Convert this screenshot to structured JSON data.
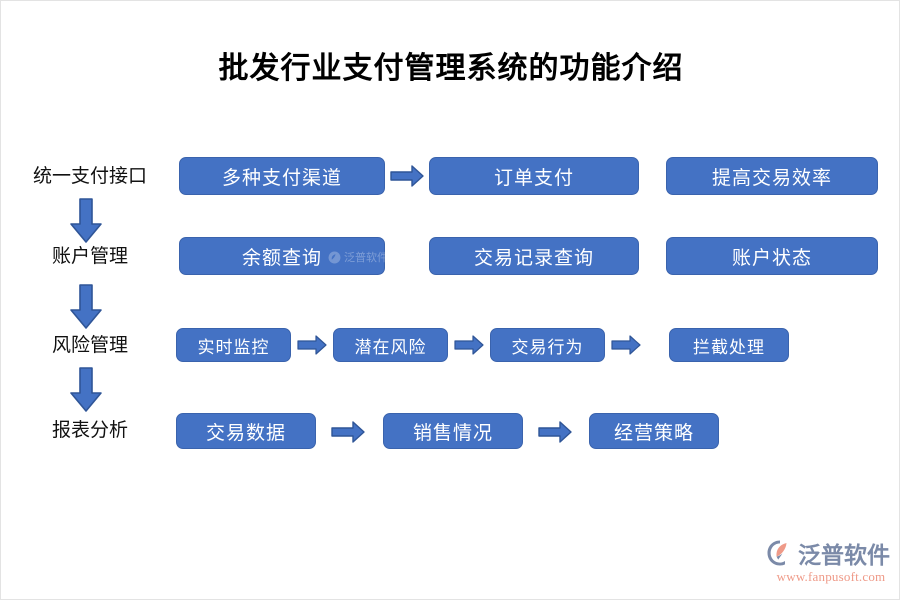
{
  "page": {
    "title": "批发行业支付管理系统的功能介绍",
    "background_color": "#ffffff",
    "box_color": "#4472c4",
    "box_border_color": "#3a63ad",
    "box_text_color": "#ffffff",
    "arrow_color": "#4472c4",
    "label_text_color": "#111111"
  },
  "stages": [
    {
      "label": "统一支付接口",
      "nodes": [
        {
          "text": "多种支付渠道"
        },
        {
          "text": "订单支付"
        },
        {
          "text": "提高交易效率"
        }
      ],
      "arrows": [
        {
          "from": "多种支付渠道",
          "to": "订单支付",
          "icon": "arrow-right-icon"
        }
      ]
    },
    {
      "label": "账户管理",
      "nodes": [
        {
          "text": "余额查询"
        },
        {
          "text": "交易记录查询"
        },
        {
          "text": "账户状态"
        }
      ],
      "arrows": []
    },
    {
      "label": "风险管理",
      "nodes": [
        {
          "text": "实时监控"
        },
        {
          "text": "潜在风险"
        },
        {
          "text": "交易行为"
        },
        {
          "text": "拦截处理"
        }
      ],
      "arrows": [
        {
          "from": "实时监控",
          "to": "潜在风险",
          "icon": "arrow-right-icon"
        },
        {
          "from": "潜在风险",
          "to": "交易行为",
          "icon": "arrow-right-icon"
        },
        {
          "from": "交易行为",
          "to": "拦截处理",
          "icon": "arrow-right-icon"
        }
      ]
    },
    {
      "label": "报表分析",
      "nodes": [
        {
          "text": "交易数据"
        },
        {
          "text": "销售情况"
        },
        {
          "text": "经营策略"
        }
      ],
      "arrows": [
        {
          "from": "交易数据",
          "to": "销售情况",
          "icon": "arrow-right-icon"
        },
        {
          "from": "销售情况",
          "to": "经营策略",
          "icon": "arrow-right-icon"
        }
      ]
    }
  ],
  "stage_connectors": [
    {
      "icon": "arrow-down-icon",
      "from": "统一支付接口",
      "to": "账户管理"
    },
    {
      "icon": "arrow-down-icon",
      "from": "账户管理",
      "to": "风险管理"
    },
    {
      "icon": "arrow-down-icon",
      "from": "风险管理",
      "to": "报表分析"
    }
  ],
  "watermark": {
    "text": "泛普软件",
    "icon": "fanpu-logo-icon"
  },
  "brand": {
    "name": "泛普软件",
    "url": "www.fanpusoft.com",
    "icon": "fanpu-logo-icon",
    "name_color": "#7b8aa8",
    "url_color": "#ef9a88",
    "accent_color": "#ef9a88"
  }
}
